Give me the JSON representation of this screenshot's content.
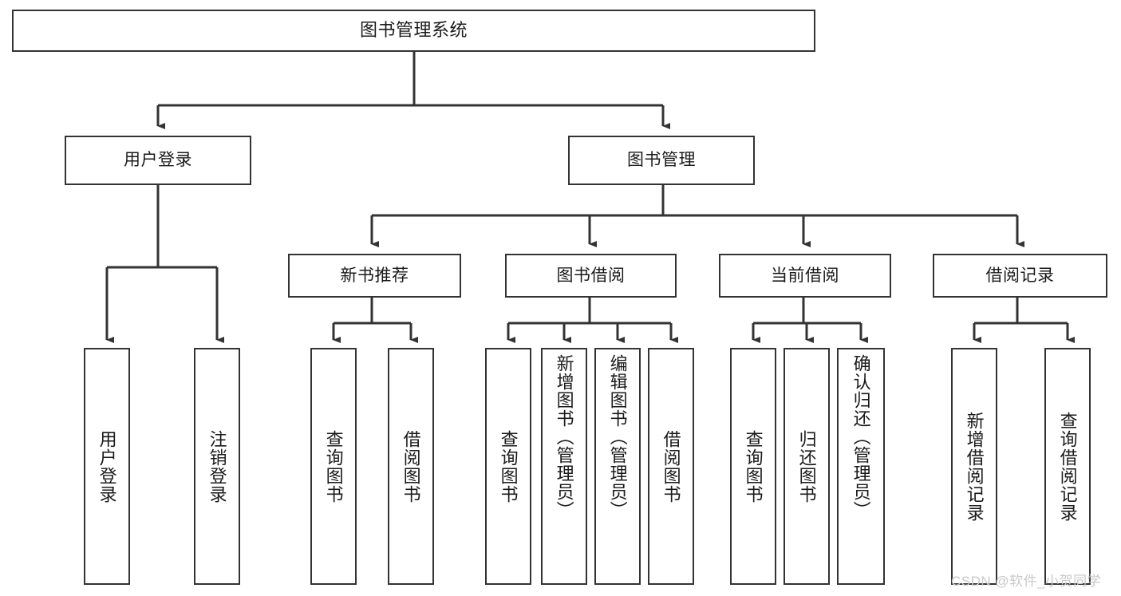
{
  "diagram": {
    "type": "tree-hierarchy-chart",
    "title": "图书管理系统",
    "root": {
      "id": "root",
      "label": "图书管理系统"
    },
    "level2": [
      {
        "id": "user-login",
        "label": "用户登录"
      },
      {
        "id": "book-manage",
        "label": "图书管理"
      }
    ],
    "level3": [
      {
        "id": "new-book-recommend",
        "label": "新书推荐"
      },
      {
        "id": "book-borrow",
        "label": "图书借阅"
      },
      {
        "id": "current-borrow",
        "label": "当前借阅"
      },
      {
        "id": "borrow-record",
        "label": "借阅记录"
      }
    ],
    "leaves": {
      "user_login": [
        {
          "id": "leaf-user-login",
          "label": "用户登录"
        },
        {
          "id": "leaf-logout-login",
          "label": "注销登录"
        }
      ],
      "new_book_recommend": [
        {
          "id": "leaf-query-book-1",
          "label": "查询图书"
        },
        {
          "id": "leaf-borrow-book-1",
          "label": "借阅图书"
        }
      ],
      "book_borrow": [
        {
          "id": "leaf-query-book-2",
          "label": "查询图书"
        },
        {
          "id": "leaf-add-book",
          "label": "新增图书（管理员）"
        },
        {
          "id": "leaf-edit-book",
          "label": "编辑图书（管理员）"
        },
        {
          "id": "leaf-borrow-book-2",
          "label": "借阅图书"
        }
      ],
      "current_borrow": [
        {
          "id": "leaf-query-book-3",
          "label": "查询图书"
        },
        {
          "id": "leaf-return-book",
          "label": "归还图书"
        },
        {
          "id": "leaf-confirm-return",
          "label": "确认归还（管理员）"
        }
      ],
      "borrow_record": [
        {
          "id": "leaf-add-borrow-record",
          "label": "新增借阅记录"
        },
        {
          "id": "leaf-query-borrow-record",
          "label": "查询借阅记录"
        }
      ]
    },
    "watermark": "CSDN @软件_小贺同学",
    "colors": {
      "box_border": "#333333",
      "box_fill": "#ffffff",
      "connector": "#333333",
      "text": "#1a1a1a",
      "watermark": "#c9c9c9",
      "background": "#ffffff"
    }
  }
}
